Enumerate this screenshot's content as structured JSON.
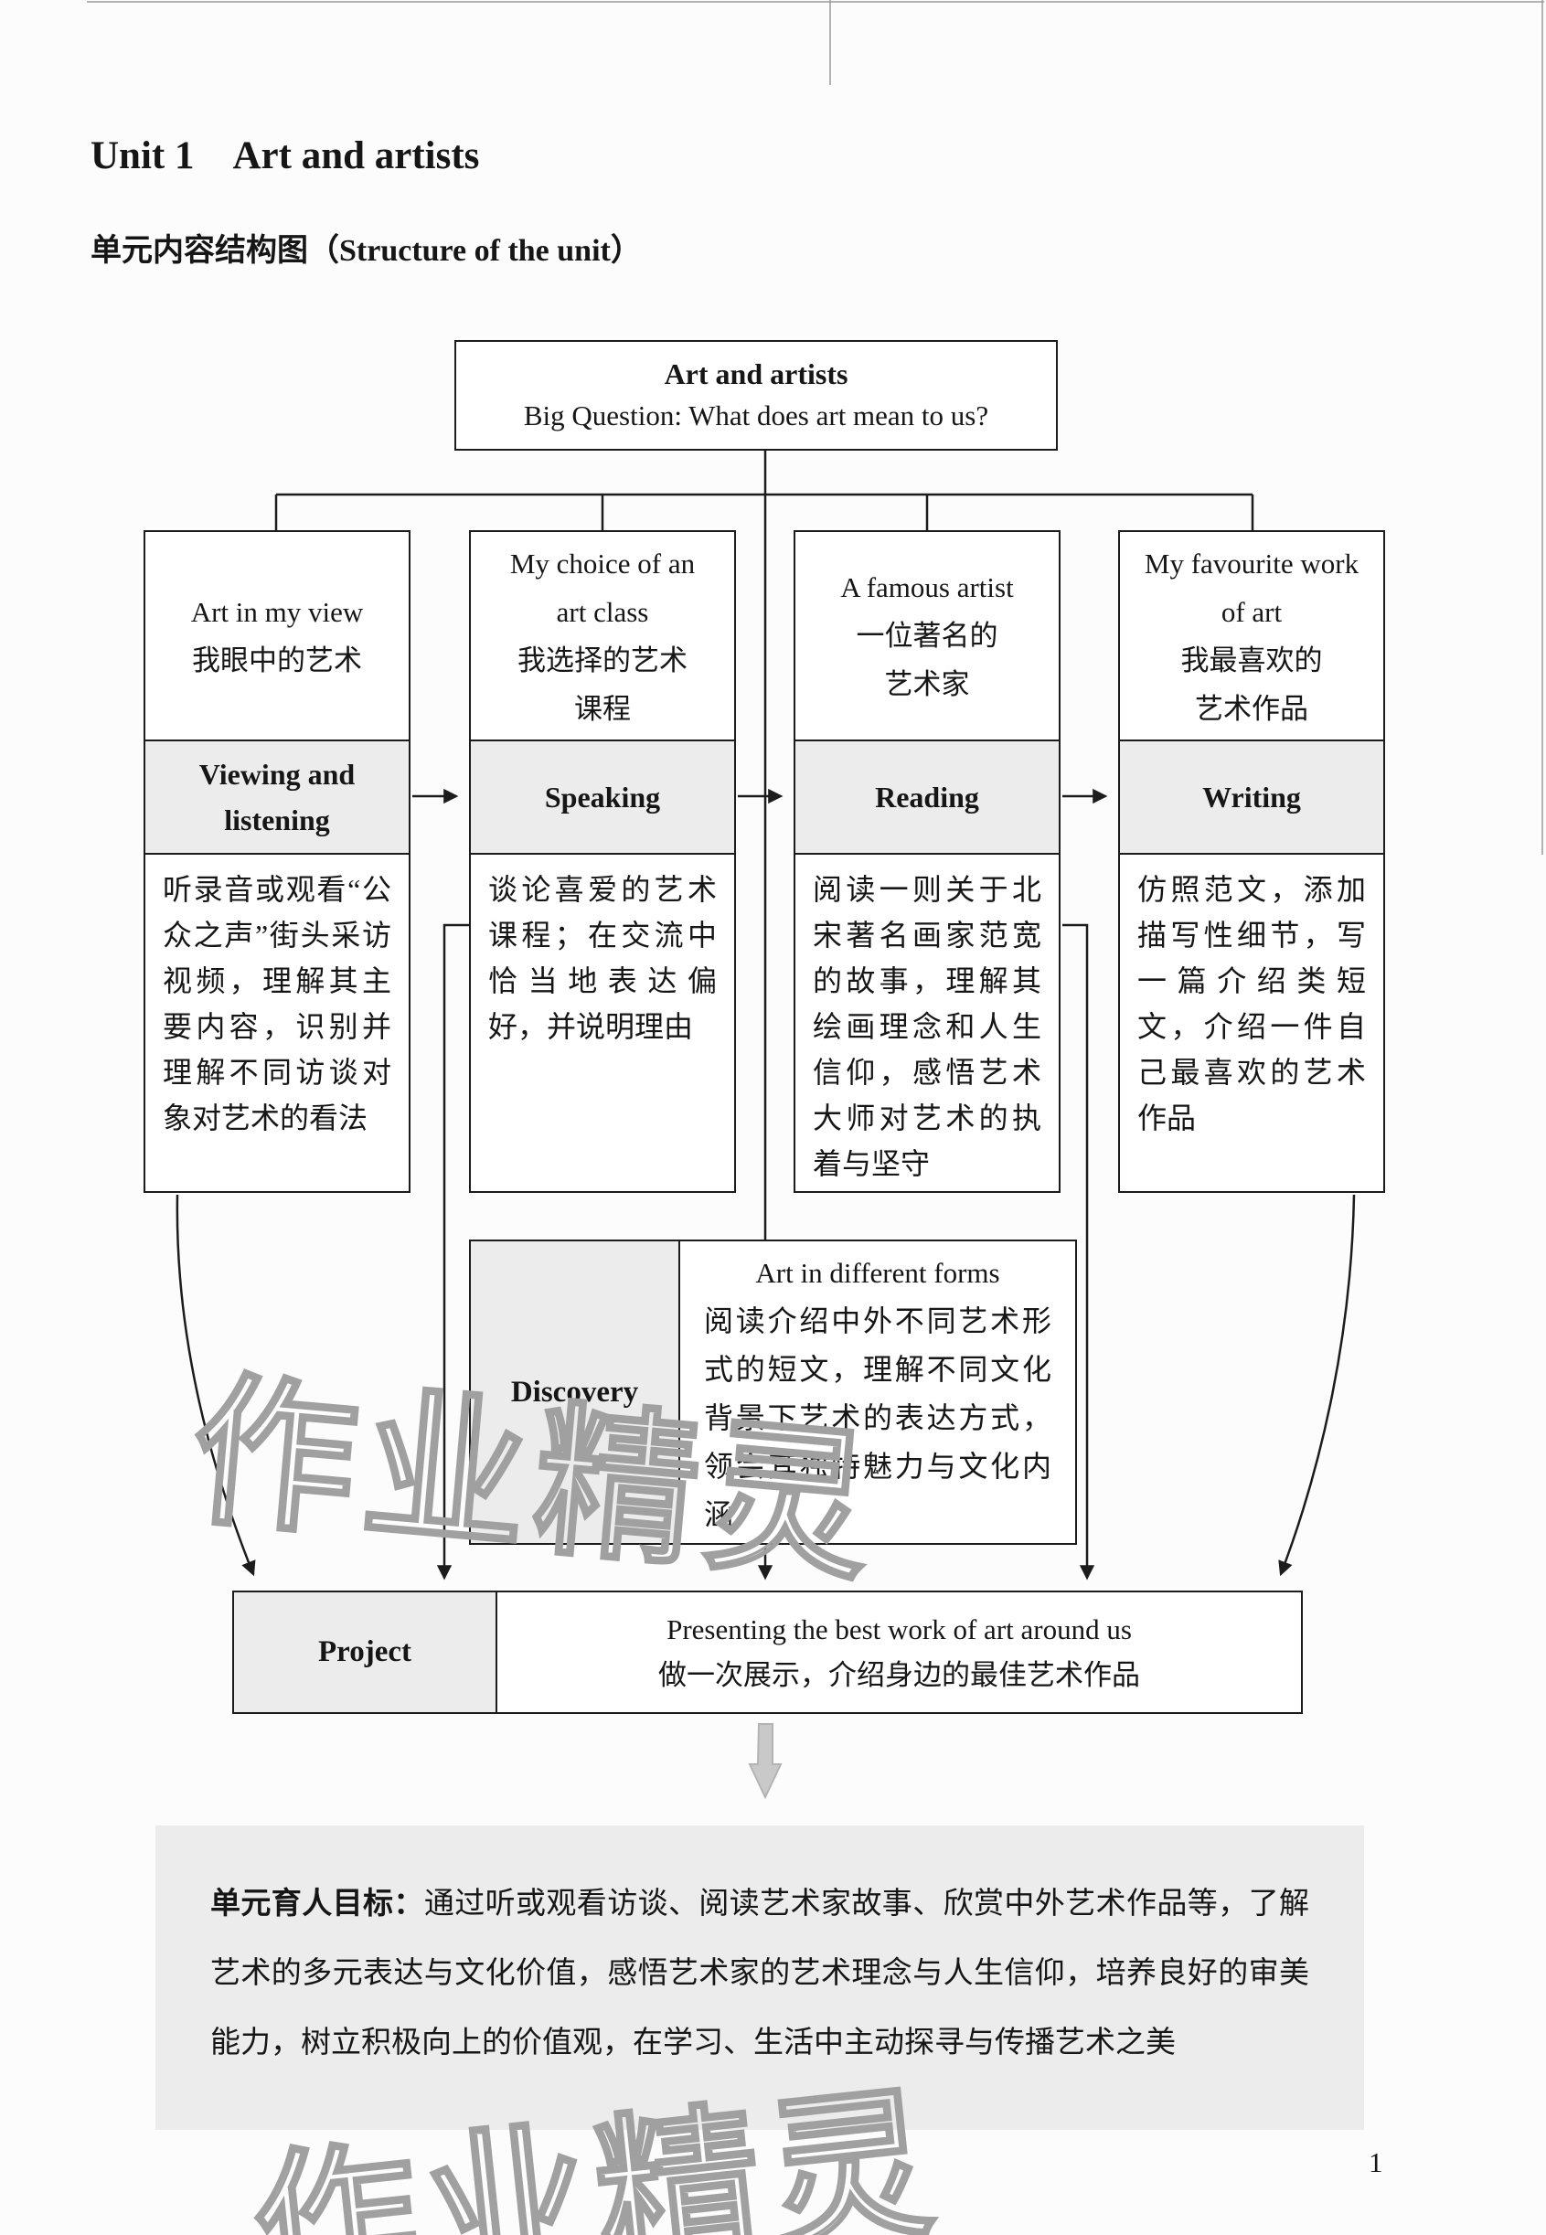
{
  "page": {
    "title_unit": "Unit 1",
    "title_main": "Art and artists",
    "subtitle": "单元内容结构图（Structure of the unit）",
    "page_number": "1",
    "watermark": "作业精灵"
  },
  "colors": {
    "box_fill_gray": "#ececec",
    "line_black": "#1c1c1c",
    "watermark_gray": "#a0a0a0",
    "big_arrow_gray": "#c9c9c9"
  },
  "diagram": {
    "root": {
      "title": "Art and artists",
      "subtitle": "Big Question: What does art mean to us?"
    },
    "columns": [
      {
        "header": "Art in my view\n我眼中的艺术",
        "skill": "Viewing and\nlistening",
        "body": "听录音或观看“公众之声”街头采访视频，理解其主要内容，识别并理解不同访谈对象对艺术的看法"
      },
      {
        "header": "My choice of an\nart class\n我选择的艺术\n课程",
        "skill": "Speaking",
        "body": "谈论喜爱的艺术课程；在交流中恰当地表达偏好，并说明理由"
      },
      {
        "header": "A famous artist\n一位著名的\n艺术家",
        "skill": "Reading",
        "body": "阅读一则关于北宋著名画家范宽的故事，理解其绘画理念和人生信仰，感悟艺术大师对艺术的执着与坚守"
      },
      {
        "header": "My favourite work\nof art\n我最喜欢的\n艺术作品",
        "skill": "Writing",
        "body": "仿照范文，添加描写性细节，写一篇介绍类短文，介绍一件自己最喜欢的艺术作品"
      }
    ],
    "discovery": {
      "label": "Discovery",
      "title": "Art in different forms",
      "body": "阅读介绍中外不同艺术形式的短文，理解不同文化背景下艺术的表达方式，领会其独特魅力与文化内涵"
    },
    "project": {
      "label": "Project",
      "line_en": "Presenting the best work of art around us",
      "line_zh": "做一次展示，介绍身边的最佳艺术作品"
    },
    "goal": {
      "lead": "单元育人目标：",
      "body": "通过听或观看访谈、阅读艺术家故事、欣赏中外艺术作品等，了解艺术的多元表达与文化价值，感悟艺术家的艺术理念与人生信仰，培养良好的审美能力，树立积极向上的价值观，在学习、生活中主动探寻与传播艺术之美"
    }
  }
}
